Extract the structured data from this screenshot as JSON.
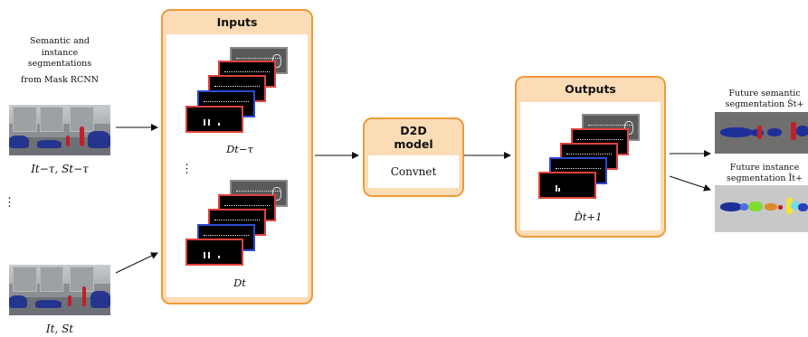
{
  "left": {
    "caption_lines": [
      "Semantic and",
      "instance",
      "segmentations",
      "from Mask RCNN"
    ],
    "top_label": "I_{t−τ}, S_{t−τ}",
    "top_label_text": "It−τ, St−τ",
    "bottom_label_text": "It, St",
    "dots": "⋮"
  },
  "inputs": {
    "title": "Inputs",
    "top_label_text": "Dt−τ",
    "bottom_label_text": "Dt",
    "dots": "⋮"
  },
  "model": {
    "title_line1": "D2D",
    "title_line2": "model",
    "body": "Convnet"
  },
  "outputs": {
    "title": "Outputs",
    "label_text": "D̂t+1"
  },
  "right": {
    "semantic_caption_line1": "Future semantic",
    "semantic_caption_line2": "segmentation Ŝt+",
    "instance_caption_line1": "Future instance",
    "instance_caption_line2": "segmentation Ît+"
  },
  "colors": {
    "box_fill": "#fcdcb6",
    "box_border": "#ef9a3a",
    "card_red": "#e0433c",
    "card_blue": "#2b4ad6",
    "car_blue": "#1f2f8f",
    "pedestrian_red": "#c0202a"
  }
}
